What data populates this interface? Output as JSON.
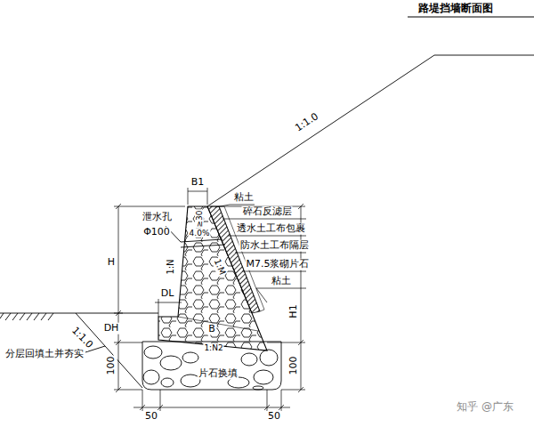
{
  "diagram": {
    "title": "路堤挡墙断面图",
    "labels": [
      "1:1.0",
      "B1",
      "粘土",
      "≥30",
      "碎石反滤层",
      "泄水孔",
      "Φ100",
      "4.0%",
      "透水土工布包裹",
      "防水土工布隔层",
      "H",
      "1:N",
      "1:M",
      "M7.5浆砌片石",
      "粘土",
      "H1",
      "DL",
      "DH",
      "B",
      "1:N2",
      "1:1.0",
      "分层回填土并夯实",
      "100",
      "片石换填",
      "100",
      "50",
      "50",
      "知乎 @广东"
    ]
  }
}
